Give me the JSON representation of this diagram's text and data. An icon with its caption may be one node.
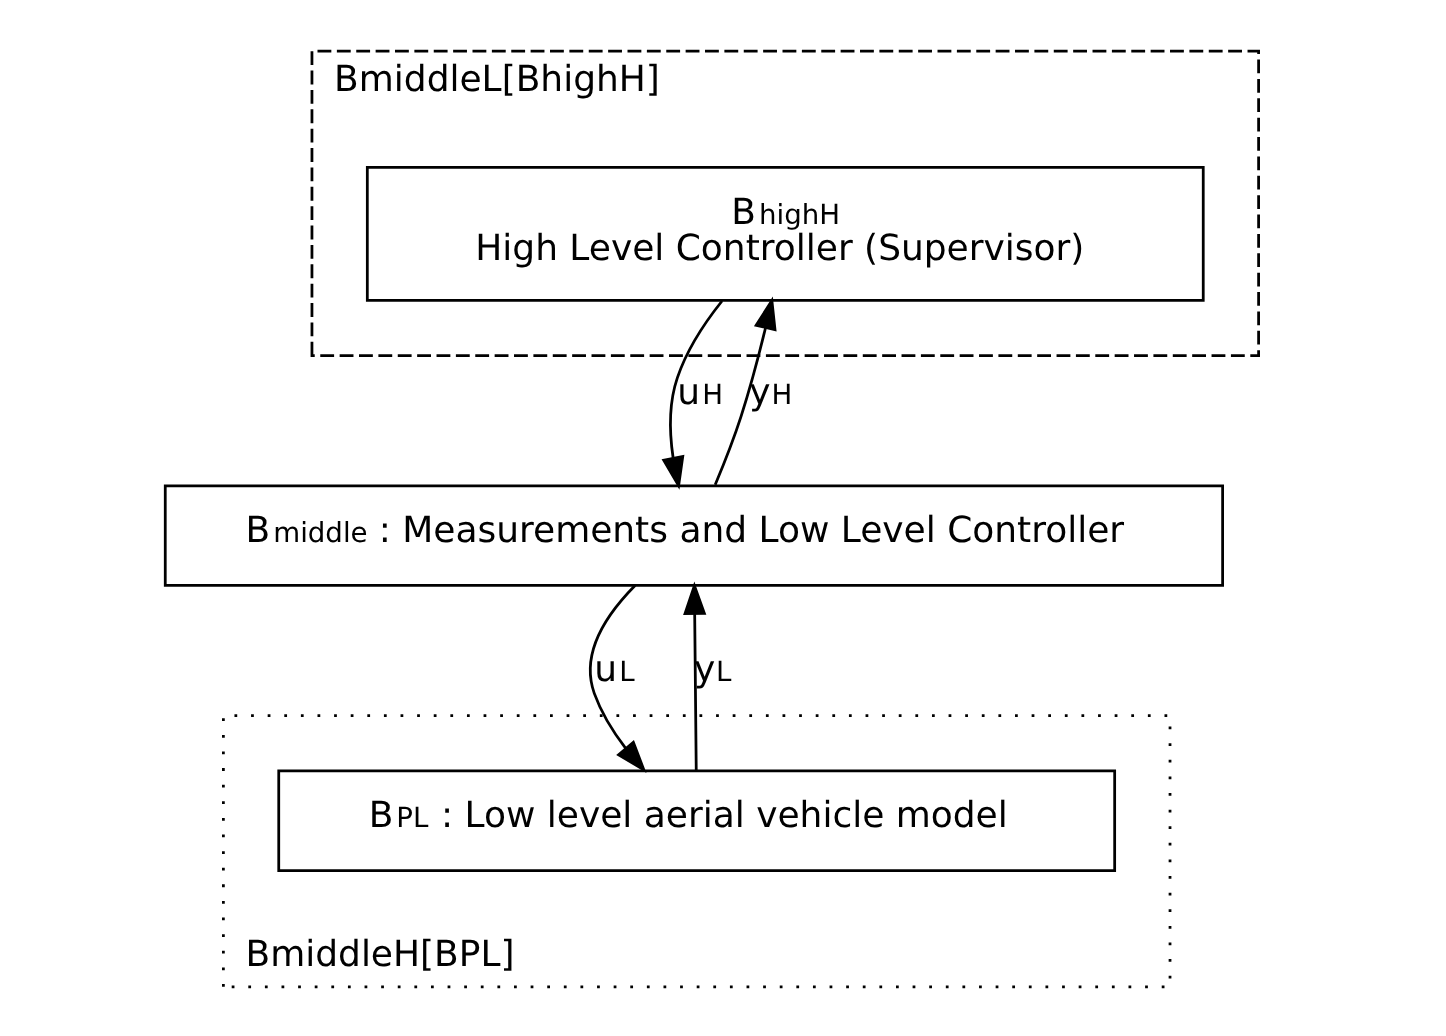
{
  "diagram": {
    "nodes": [
      {
        "text": [
          "BmiddleL[BhighH]"
        ]
      },
      {
        "text": [
          "B$_{high}$$^{H}$",
          "High Level Controller (Supervisor)"
        ],
        "in": 0
      },
      {
        "text": [
          "B$_{middle}$ : Measurements and Low Level Controller"
        ]
      },
      {
        "text": [
          "BmiddleH[BPL]"
        ]
      },
      {
        "text": [
          "B$_{P}$$^{L}$ : Low level aerial vehicle model"
        ],
        "in": 3
      }
    ],
    "edges": [
      {
        "from": 1,
        "to": 2,
        "arrow": "to",
        "label": "u$^{H}$"
      },
      {
        "from": 2,
        "to": 1,
        "arrow": "to",
        "label": "y$^{H}$"
      },
      {
        "from": 2,
        "to": 4,
        "arrow": "to",
        "label": "u$^{L}$"
      },
      {
        "from": 4,
        "to": 2,
        "arrow": "to",
        "label": "y$^{L}$"
      }
    ]
  }
}
